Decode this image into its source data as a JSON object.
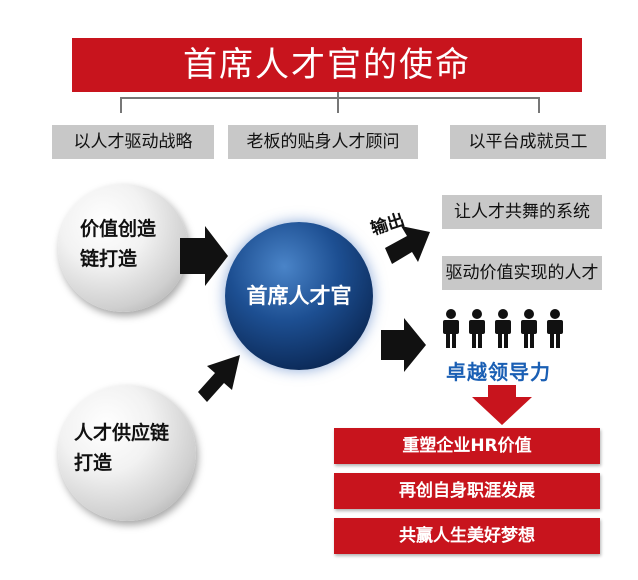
{
  "title": "首席人才官的使命",
  "principles": [
    "以人才驱动战略",
    "老板的贴身人才顾问",
    "以平台成就员工"
  ],
  "inputs": {
    "value_chain": {
      "line1": "价值创造",
      "line2": "链打造"
    },
    "supply_chain": {
      "line1": "人才供应链",
      "line2": "打造"
    }
  },
  "center": "首席人才官",
  "output_label": "输出",
  "outputs": [
    "让人才共舞的系统",
    "驱动价值实现的人才"
  ],
  "leadership": "卓越领导力",
  "results": [
    "重塑企业HR价值",
    "再创自身职涯发展",
    "共赢人生美好梦想"
  ],
  "colors": {
    "red": "#c8141d",
    "grey": "#c8c8c8",
    "blue_text": "#1a5fb4",
    "center_blue": "#1d4f92"
  },
  "icons": [
    "person-icon",
    "arrow-right-icon",
    "arrow-down-icon"
  ]
}
